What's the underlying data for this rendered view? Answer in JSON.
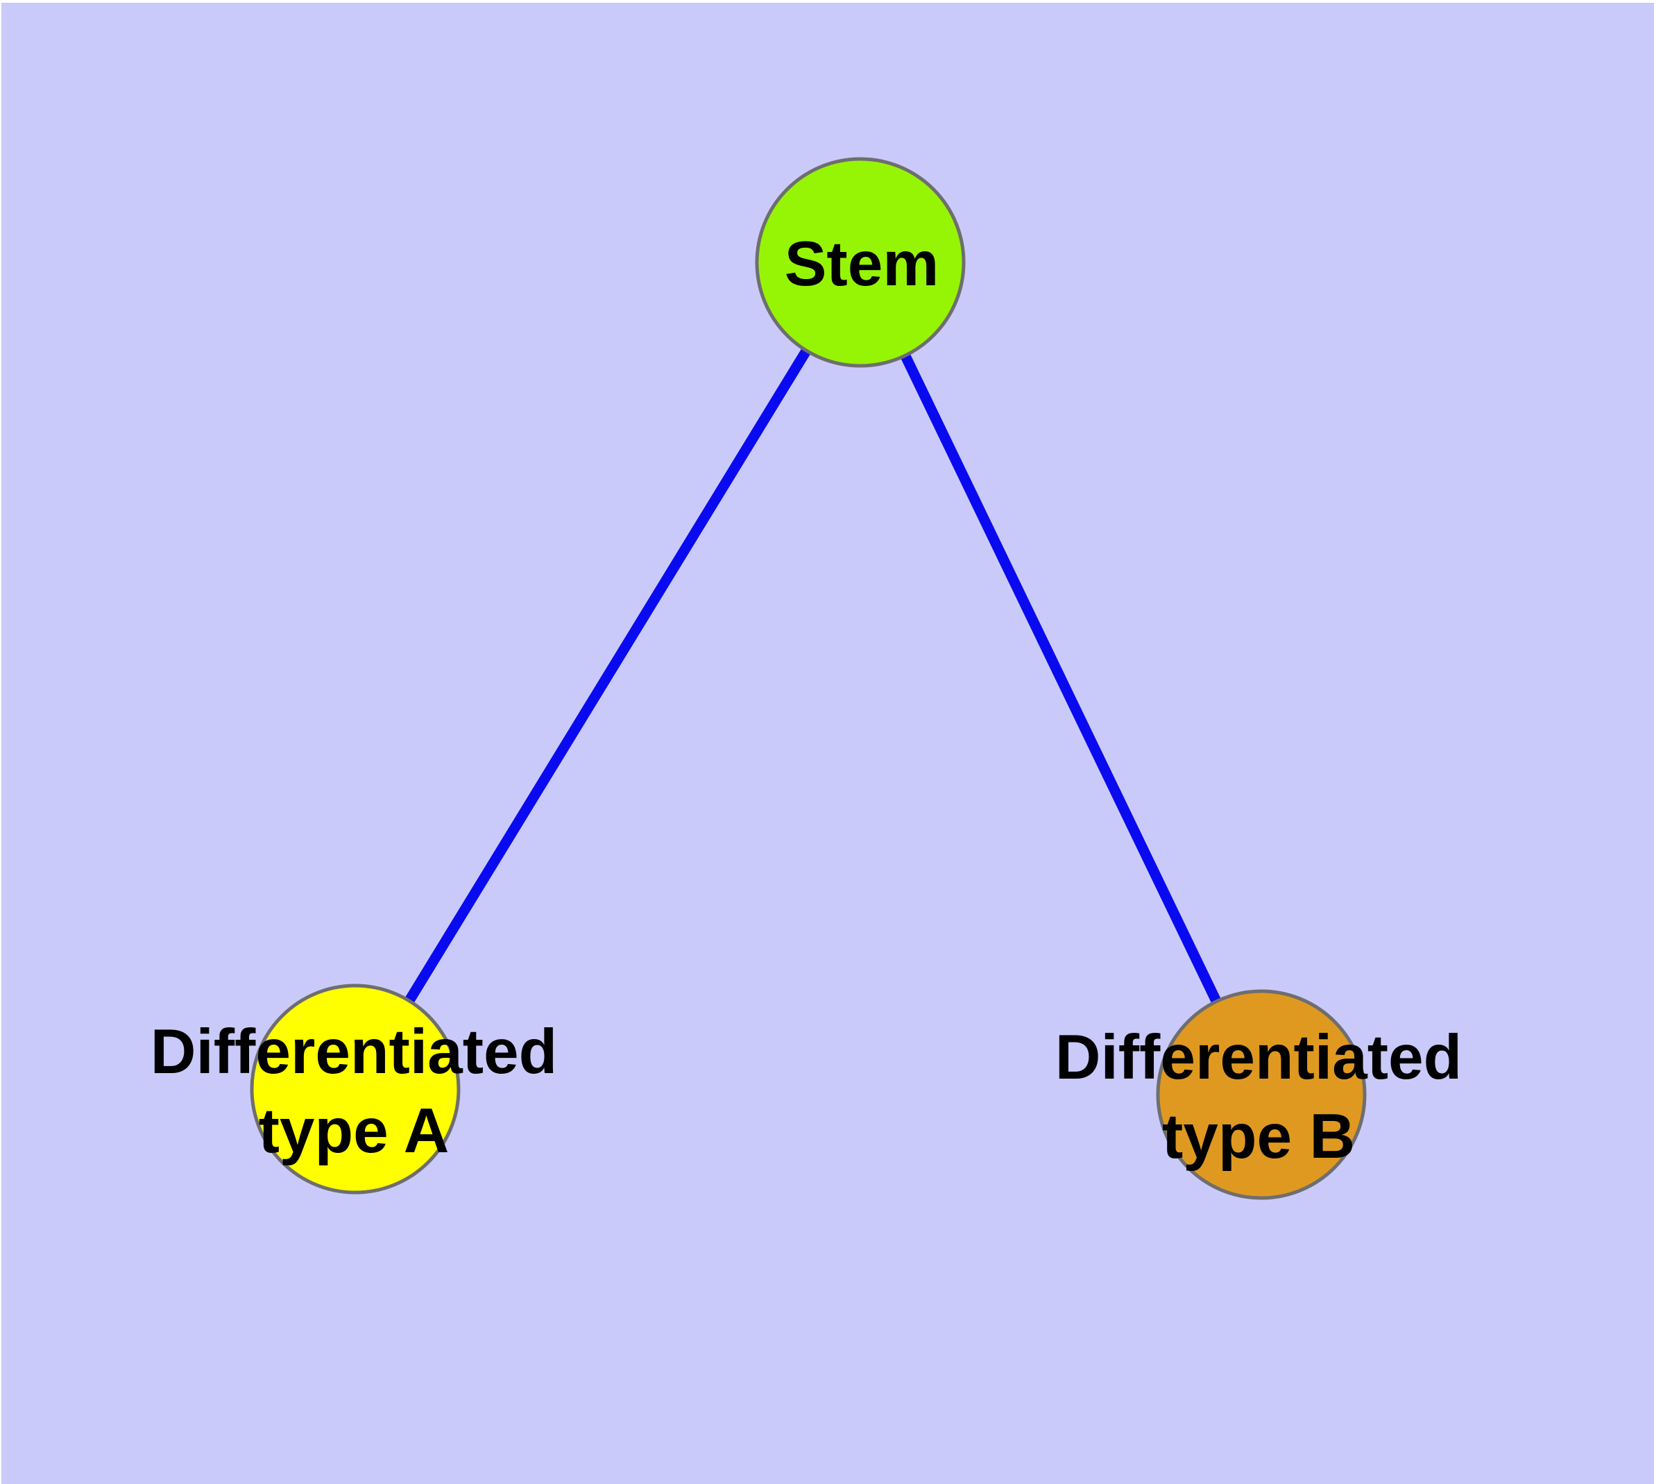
{
  "diagram": {
    "background_color": "#cacafa",
    "edge_color": "#0a0af0",
    "node_border_color": "#6e6e6e",
    "label_text_color": "#000000",
    "nodes": [
      {
        "id": "stem",
        "label_lines": [
          "Stem"
        ],
        "fill_color": "#96f505"
      },
      {
        "id": "differentiated-type-a",
        "label_lines": [
          "Differentiated",
          "type A"
        ],
        "fill_color": "#ffff00"
      },
      {
        "id": "differentiated-type-b",
        "label_lines": [
          "Differentiated",
          "type B"
        ],
        "fill_color": "#e09920"
      }
    ],
    "edges": [
      {
        "from": "stem",
        "to": "differentiated-type-a"
      },
      {
        "from": "stem",
        "to": "differentiated-type-b"
      }
    ]
  }
}
